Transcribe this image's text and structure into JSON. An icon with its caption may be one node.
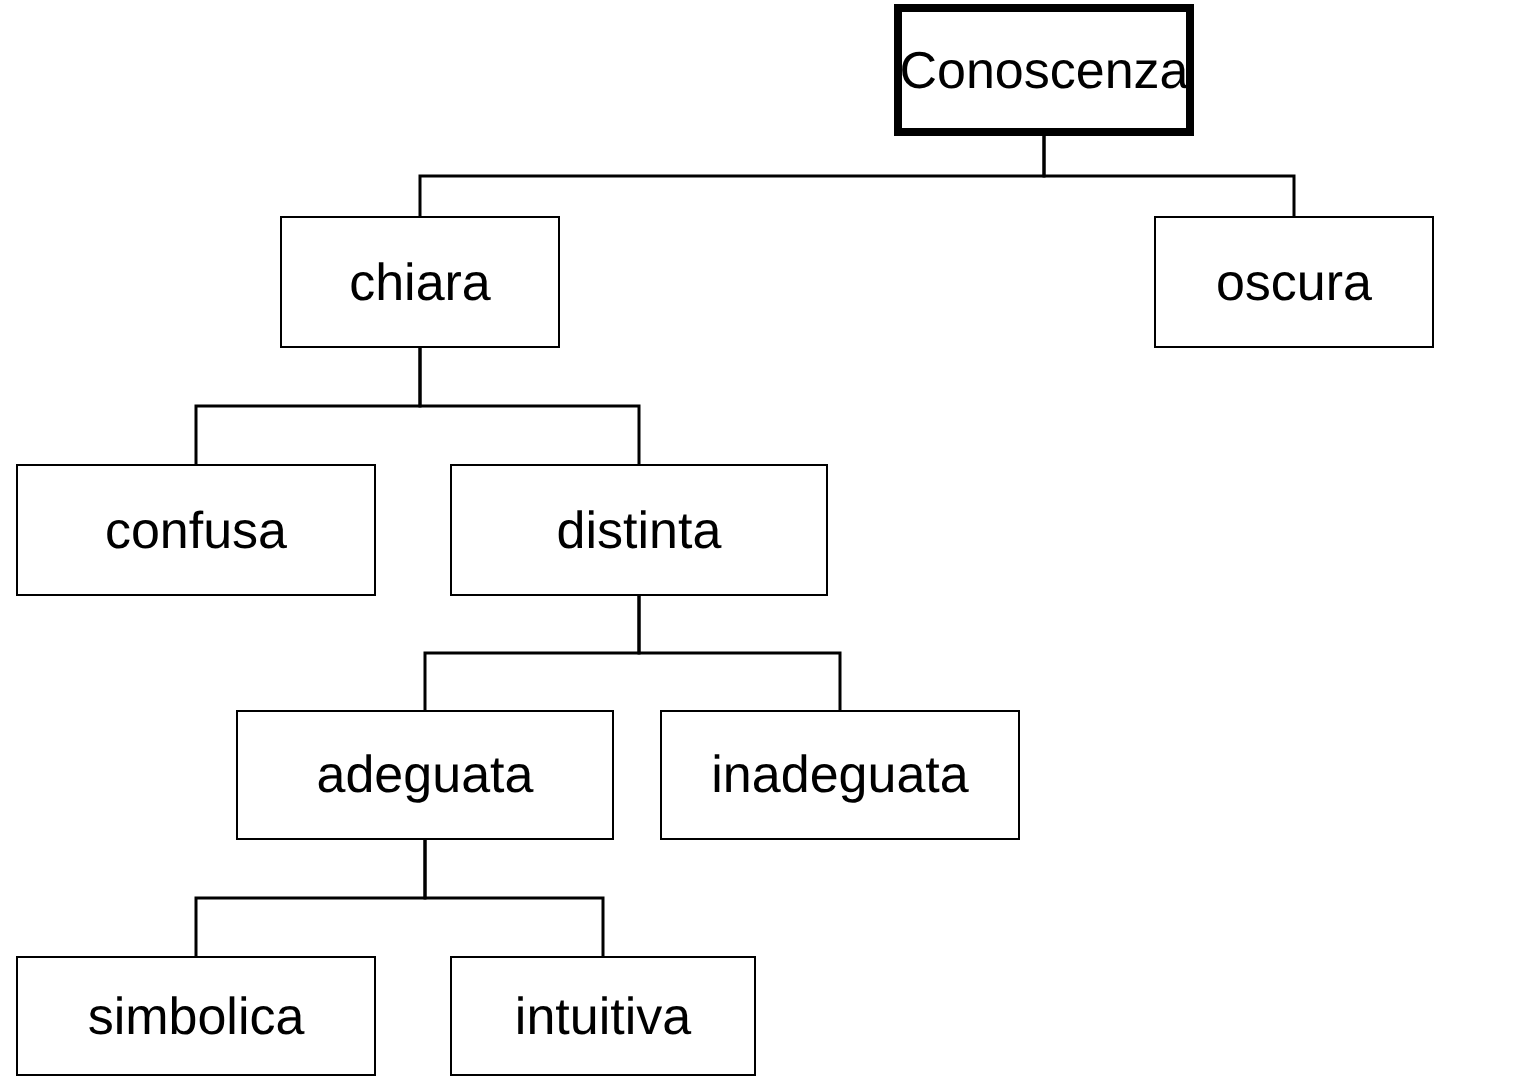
{
  "diagram": {
    "nodes": [
      {
        "text": [
          "Conoscenza"
        ]
      },
      {
        "text": [
          "chiara"
        ]
      },
      {
        "text": [
          "oscura"
        ]
      },
      {
        "text": [
          "confusa"
        ]
      },
      {
        "text": [
          "distinta"
        ]
      },
      {
        "text": [
          "adeguata"
        ]
      },
      {
        "text": [
          "inadeguata"
        ]
      },
      {
        "text": [
          "simbolica"
        ]
      },
      {
        "text": [
          "intuitiva"
        ]
      }
    ],
    "edges": [
      {
        "from": 0,
        "to": 1,
        "arrow": "none"
      },
      {
        "from": 0,
        "to": 2,
        "arrow": "none"
      },
      {
        "from": 1,
        "to": 3,
        "arrow": "none"
      },
      {
        "from": 1,
        "to": 4,
        "arrow": "none"
      },
      {
        "from": 4,
        "to": 5,
        "arrow": "none"
      },
      {
        "from": 4,
        "to": 6,
        "arrow": "none"
      },
      {
        "from": 5,
        "to": 7,
        "arrow": "none"
      },
      {
        "from": 5,
        "to": 8,
        "arrow": "none"
      }
    ]
  }
}
